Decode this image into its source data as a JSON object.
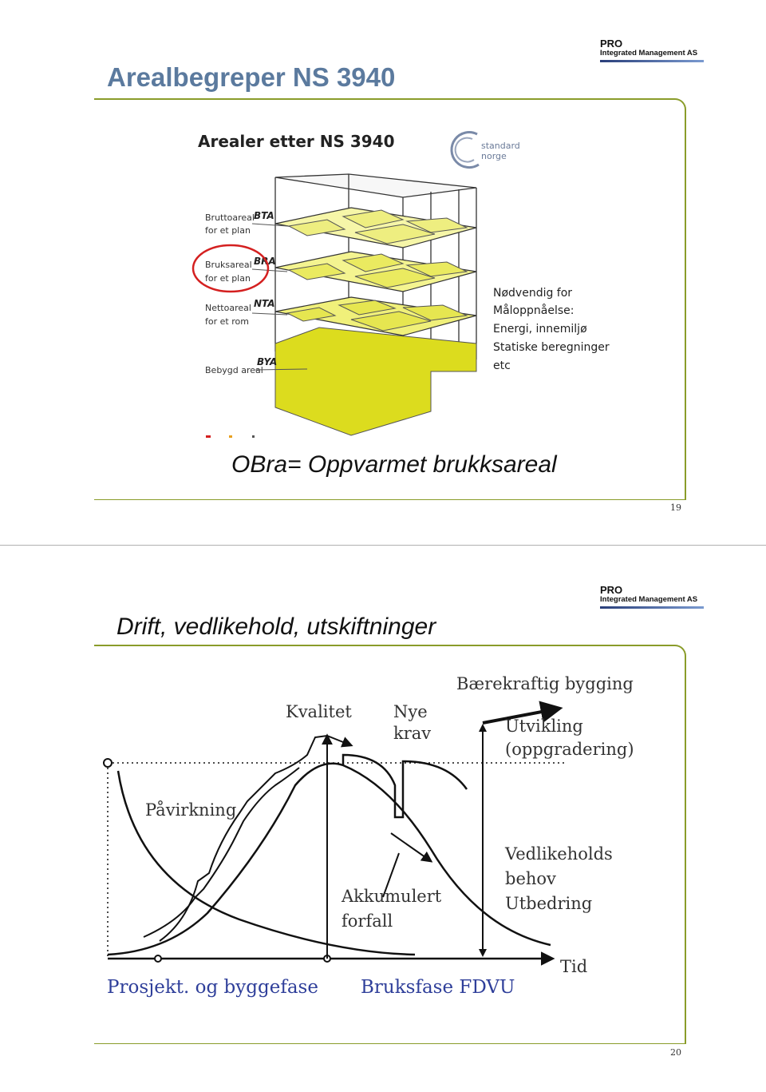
{
  "slide1": {
    "title": "Arealbegreper  NS 3940",
    "brand": {
      "pro": "PRO",
      "company": "Integrated Management AS"
    },
    "figure": {
      "heading": "Arealer etter NS 3940",
      "logo_text": [
        "standard",
        "norge"
      ],
      "labels": [
        {
          "name": "Bruttoareal for et plan",
          "lines": [
            "Bruttoareal",
            "for et plan"
          ],
          "code": "BTA"
        },
        {
          "name": "Bruksareal for et plan",
          "lines": [
            "Bruksareal",
            "for et plan"
          ],
          "code": "BRA"
        },
        {
          "name": "Nettoareal for et rom",
          "lines": [
            "Nettoareal",
            "for et rom"
          ],
          "code": "NTA"
        },
        {
          "name": "Bebygd areal",
          "lines": [
            "Bebygd areal"
          ],
          "code": "BYA"
        }
      ],
      "note_lines": [
        "Nødvendig for",
        "Måloppnåelse:",
        "Energi, innemiljø",
        "Statiske beregninger",
        "etc"
      ]
    },
    "caption": "OBra= Oppvarmet brukksareal",
    "page_number": "19"
  },
  "slide2": {
    "title": "Drift, vedlikehold, utskiftninger",
    "brand": {
      "pro": "PRO",
      "company": "Integrated Management AS"
    },
    "diagram": {
      "labels": {
        "baerekraftig": "Bærekraftig bygging",
        "kvalitet": "Kvalitet",
        "nye": "Nye",
        "krav": "krav",
        "utvikling": "Utvikling",
        "oppgradering": "(oppgradering)",
        "pavirkning": "Påvirkning",
        "vedlikeholds": "Vedlikeholds",
        "behov": "behov",
        "utbedring": "Utbedring",
        "akkumulert": "Akkumulert",
        "forfall": "forfall",
        "tid": "Tid",
        "prosjekt": "Prosjekt. og byggefase",
        "bruksfase": "Bruksfase FDVU"
      },
      "colors": {
        "bottom_labels": "#2f3f9a",
        "yellow": "#e8e84a"
      }
    },
    "page_number": "20"
  }
}
